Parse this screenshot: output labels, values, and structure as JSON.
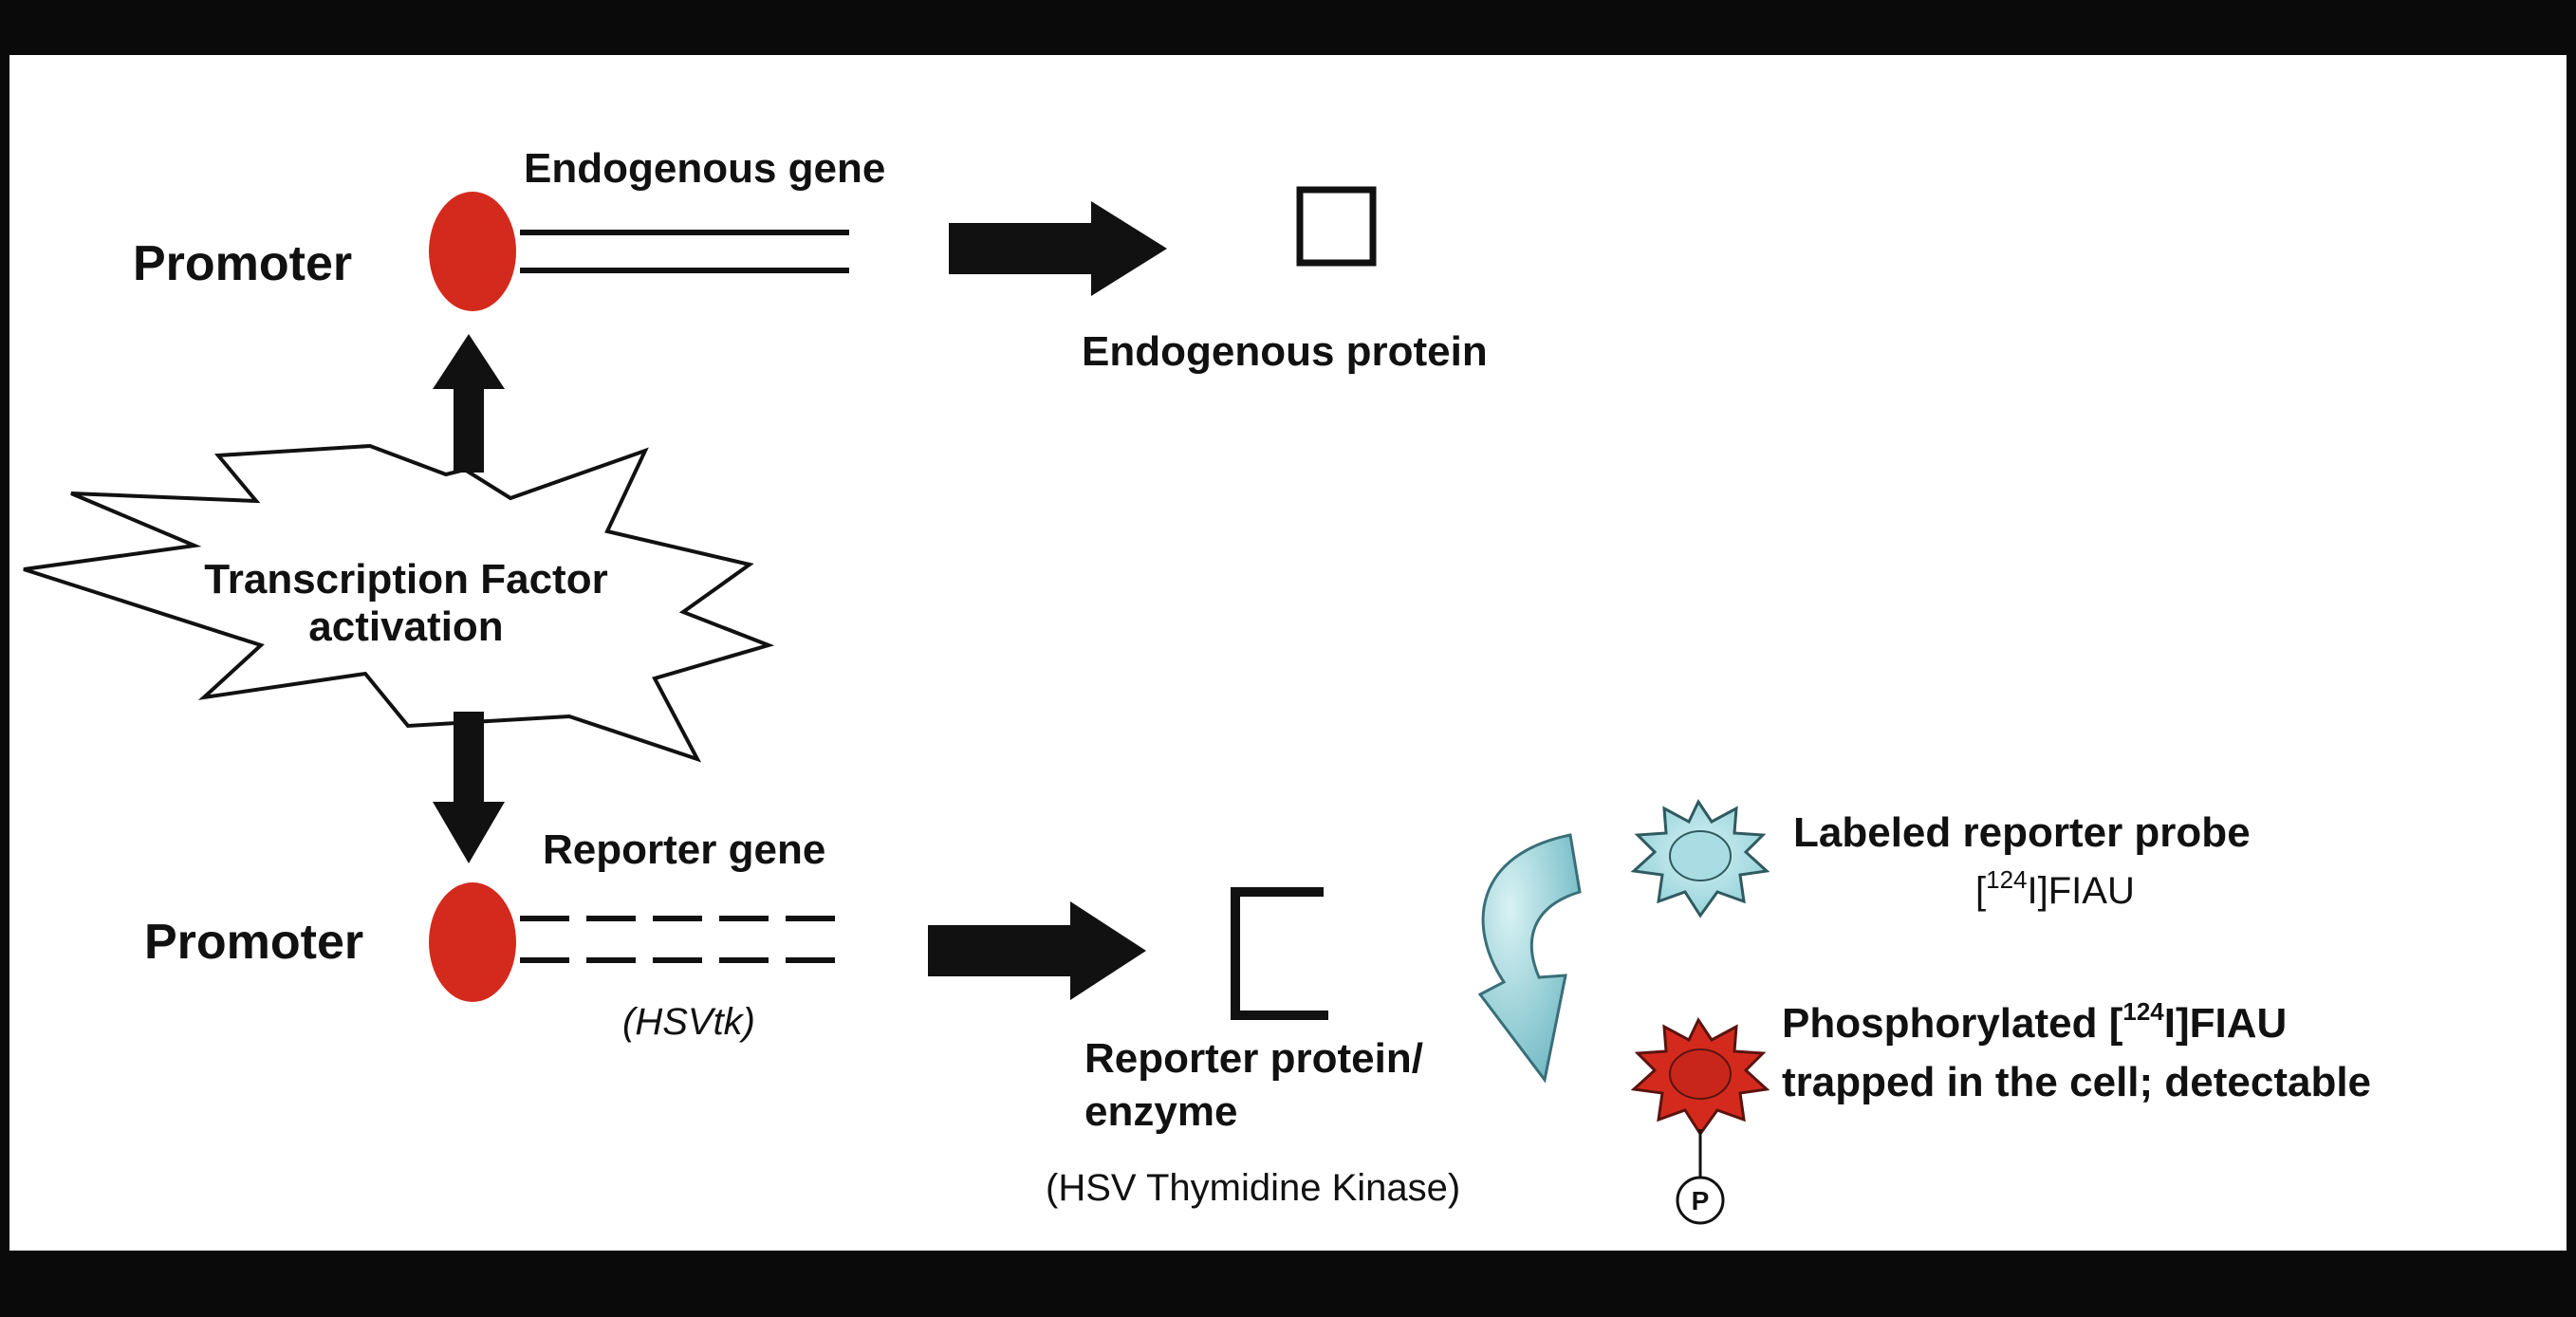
{
  "labels": {
    "promoter_top": "Promoter",
    "endogenous_gene": "Endogenous gene",
    "endogenous_protein": "Endogenous protein",
    "transcription_factor_line1": "Transcription Factor",
    "transcription_factor_line2": "activation",
    "promoter_bottom": "Promoter",
    "reporter_gene": "Reporter gene",
    "hsvtk": "(HSVtk)",
    "reporter_protein_line1": "Reporter protein/",
    "reporter_protein_line2": "enzyme",
    "hsv_tk_full": "(HSV Thymidine Kinase)",
    "labeled_probe": "Labeled reporter probe",
    "probe_bracket_open": "[",
    "probe_isotope": "124",
    "probe_name": "I]FIAU",
    "phospho_prefix": "Phosphorylated [",
    "phospho_isotope": "124",
    "phospho_suffix": "I]FIAU",
    "trapped_text": "trapped in the cell; detectable",
    "phosphate": "P"
  },
  "colors": {
    "promoter": "#d42a1e",
    "probe": "#8fd0d8",
    "phospho_probe": "#d42a1e",
    "curved_arrow": "#8fd0d8",
    "frame": "#0a0a0a"
  }
}
